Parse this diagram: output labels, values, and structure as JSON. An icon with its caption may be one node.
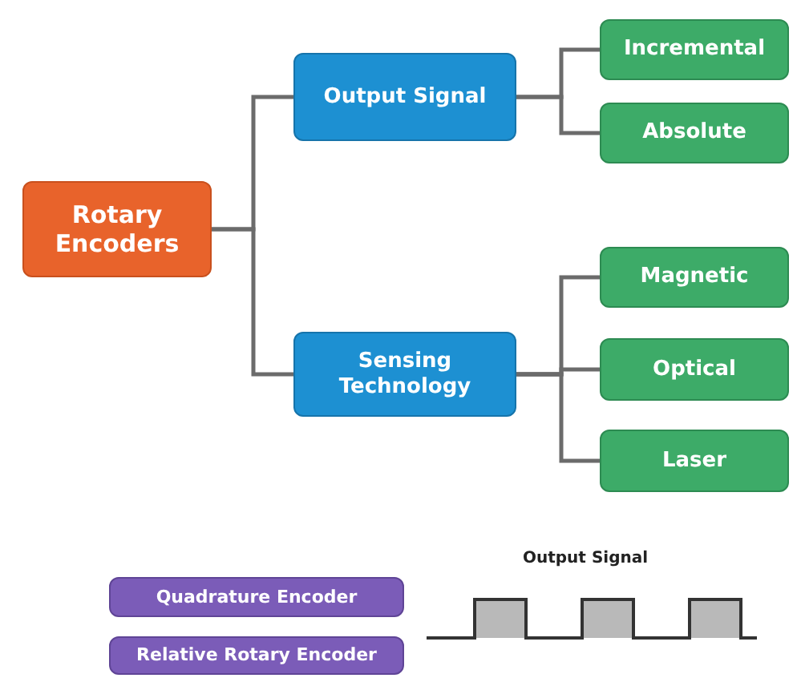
{
  "diagram": {
    "nodes": [
      {
        "text": [
          "Rotary Encoders"
        ]
      },
      {
        "text": [
          "Output Signal"
        ]
      },
      {
        "text": [
          "Sensing Technology"
        ]
      },
      {
        "text": [
          "Incremental"
        ]
      },
      {
        "text": [
          "Absolute"
        ]
      },
      {
        "text": [
          "Magnetic"
        ]
      },
      {
        "text": [
          "Optical"
        ]
      },
      {
        "text": [
          "Laser"
        ]
      },
      {
        "text": [
          "Quadrature Encoder"
        ]
      },
      {
        "text": [
          "Relative Rotary Encoder"
        ]
      }
    ],
    "edges": [
      {
        "from": 0,
        "to": 1,
        "arrow": "none"
      },
      {
        "from": 0,
        "to": 2,
        "arrow": "none"
      },
      {
        "from": 1,
        "to": 3,
        "arrow": "none"
      },
      {
        "from": 1,
        "to": 4,
        "arrow": "none"
      },
      {
        "from": 2,
        "to": 5,
        "arrow": "none"
      },
      {
        "from": 2,
        "to": 6,
        "arrow": "none"
      },
      {
        "from": 2,
        "to": 7,
        "arrow": "none"
      }
    ],
    "labels": [
      "Output Signal"
    ]
  }
}
